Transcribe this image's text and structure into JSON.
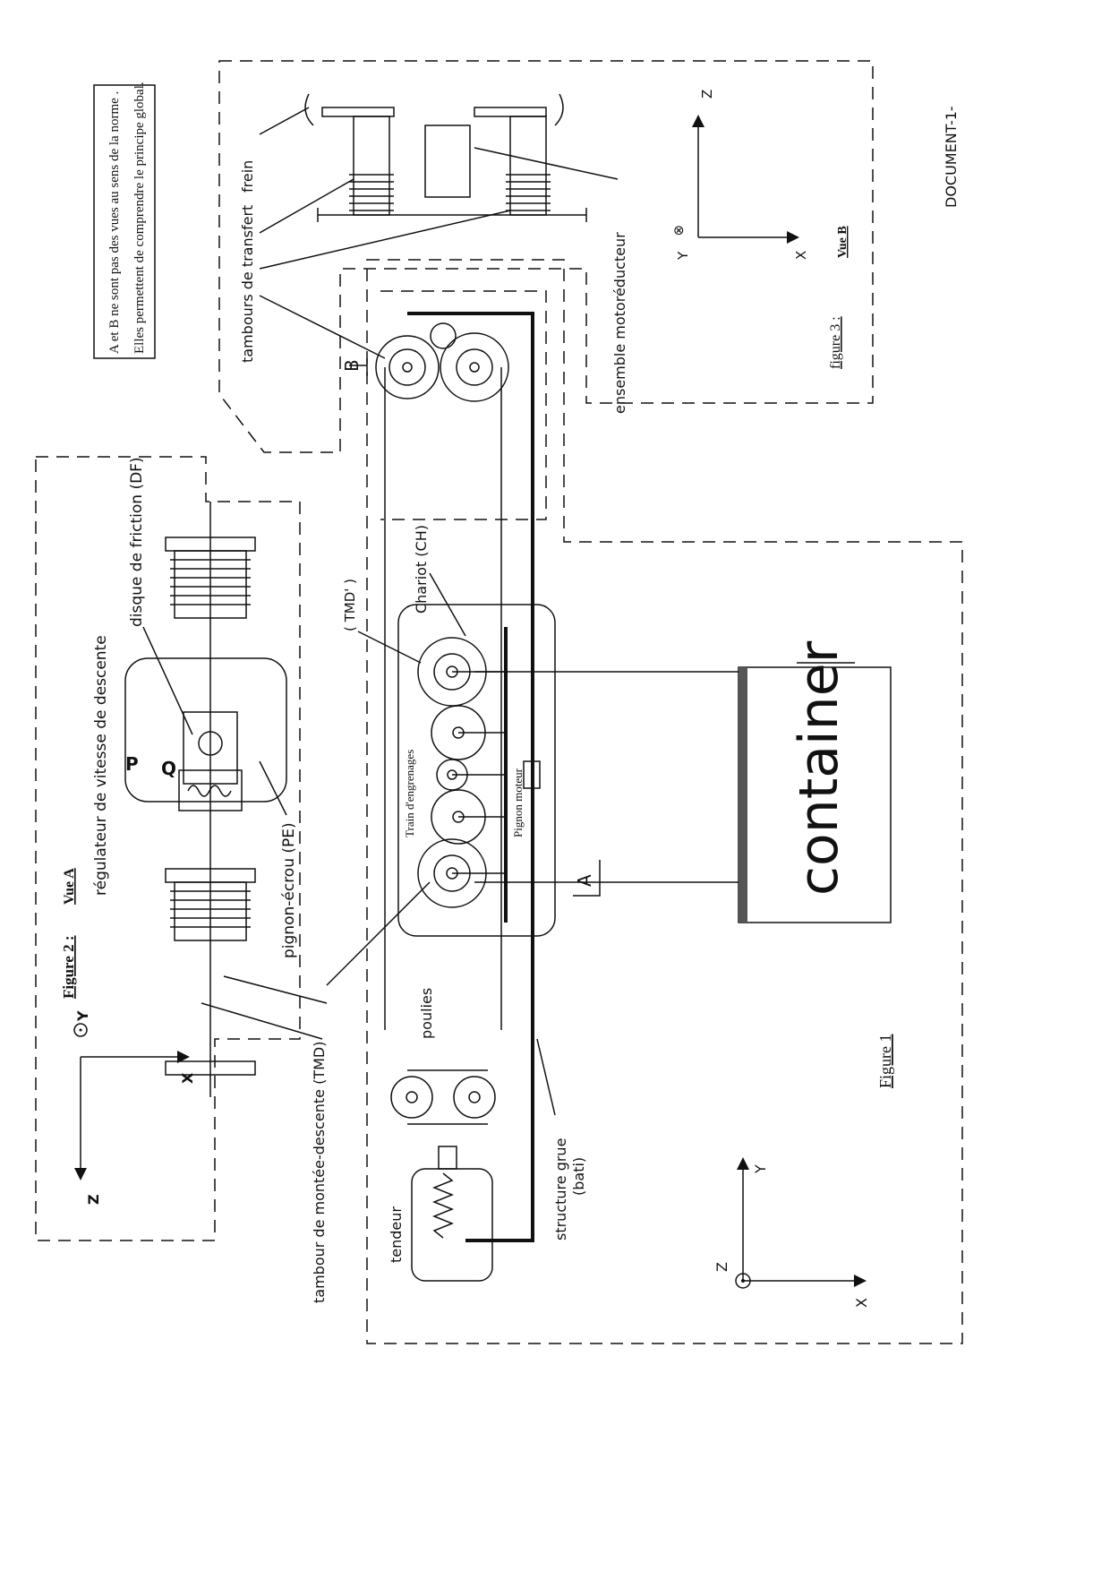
{
  "note": {
    "line1": "A et B ne sont pas des vues au sens de la norme .",
    "line2": "Elles permettent de comprendre le principe global."
  },
  "document_label": "DOCUMENT-1-",
  "figure3": {
    "title": "figure 3 :",
    "view": "Vue B",
    "labels": {
      "frein": "frein",
      "tambours": "tambours de transfert",
      "motoreducteur": "ensemble motoréducteur"
    },
    "axes": {
      "x": "X",
      "y": "Y",
      "z": "Z"
    }
  },
  "figure2": {
    "title": "Figure 2 :",
    "view": "Vue A",
    "labels": {
      "regulateur": "régulateur de vitesse de descente",
      "disque": "disque de friction (DF)",
      "pignon_ecrou": "pignon-écrou (PE)",
      "p": "P",
      "q": "Q"
    },
    "axes": {
      "x": "X",
      "y": "Y",
      "z": "Z"
    }
  },
  "figure1": {
    "title": "Figure 1",
    "labels": {
      "tambour": "tambour de montée-descente (TMD)",
      "poulies": "poulies",
      "tendeur": "tendeur",
      "structure": "structure grue",
      "bati": "(bati)",
      "chariot": "Chariot (CH)",
      "tmd_prime": "( TMD' )",
      "train": "Train d'engrenages",
      "pignon_moteur": "Pignon moteur",
      "container": "container",
      "section_a": "A",
      "section_b": "B"
    },
    "axes": {
      "x": "X",
      "y": "Y",
      "z": "Z"
    }
  }
}
